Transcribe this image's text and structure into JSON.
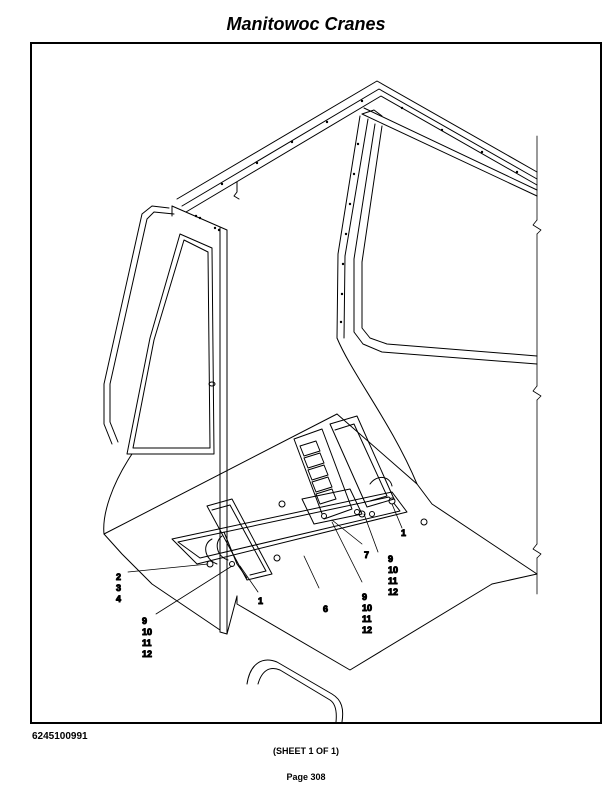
{
  "header": {
    "title": "Manitowoc Cranes"
  },
  "drawing": {
    "callouts": {
      "c1a": "1",
      "c1b": "1",
      "c6": "6",
      "c7": "7",
      "g234": [
        "2",
        "3",
        "4"
      ],
      "g9a": [
        "9",
        "10",
        "11",
        "12"
      ],
      "g9b": [
        "9",
        "10",
        "11",
        "12"
      ],
      "g9c": [
        "9",
        "10",
        "11",
        "12"
      ]
    }
  },
  "footer": {
    "drawing_number": "6245100991",
    "sheet": "(SHEET 1 OF 1)",
    "page": "Page 308"
  }
}
